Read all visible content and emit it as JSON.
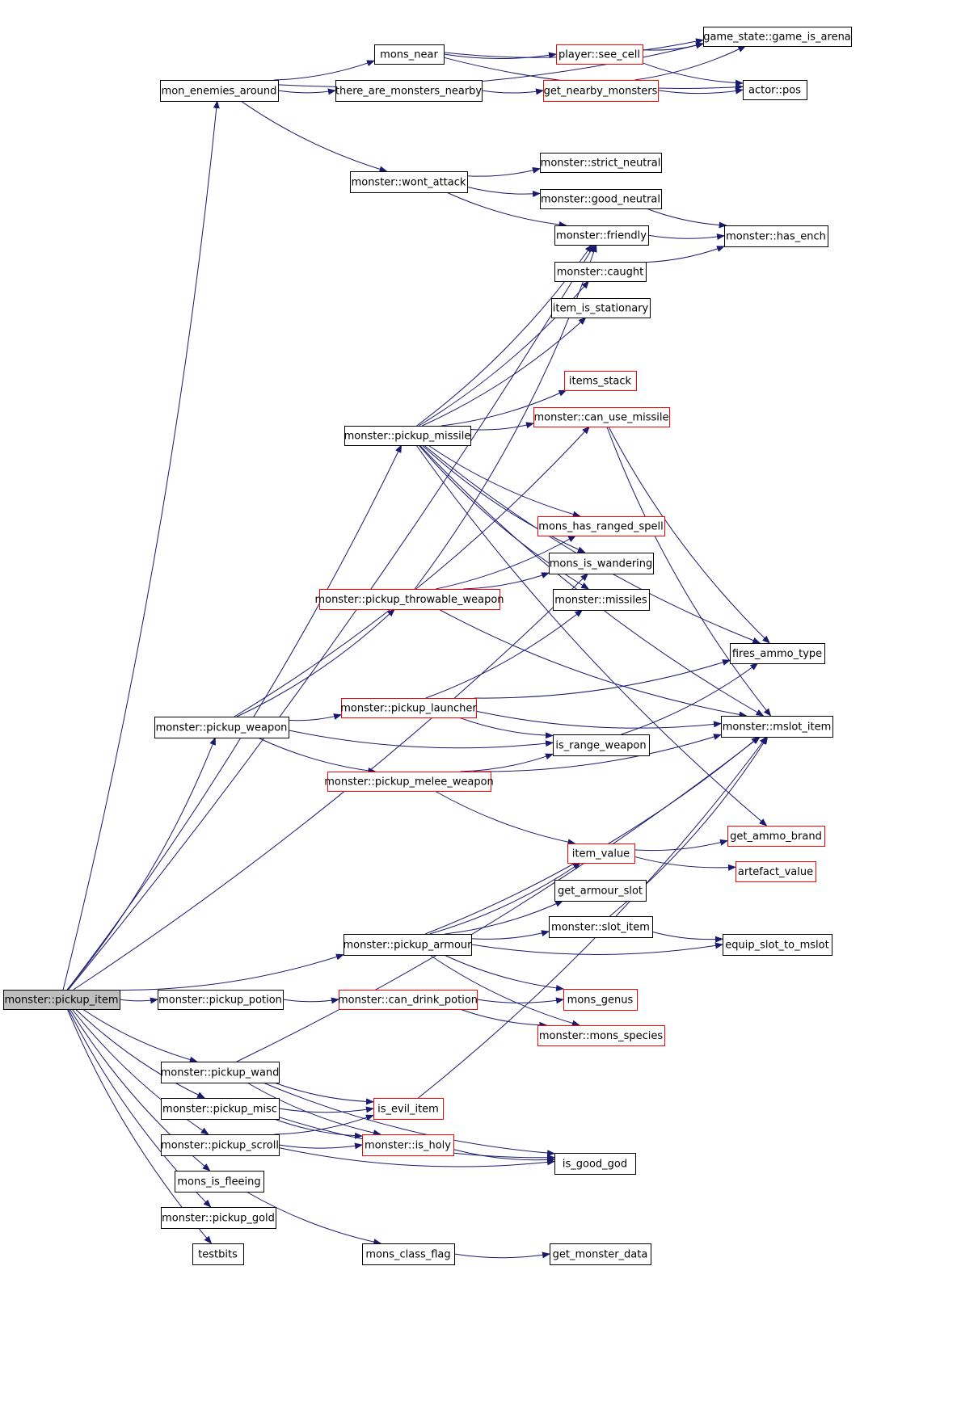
{
  "graph": {
    "title": "",
    "colors": {
      "edge": "#191970",
      "normal_border": "#000000",
      "red_border": "#ff0000",
      "root_fill": "#bfbfbf"
    },
    "nodes": [
      {
        "id": "pickup_item",
        "label": "monster::pickup_item",
        "style": "root"
      },
      {
        "id": "mon_enemies_around",
        "label": "mon_enemies_around",
        "style": "normal"
      },
      {
        "id": "mons_near",
        "label": "mons_near",
        "style": "normal"
      },
      {
        "id": "there_are_monsters_nearby",
        "label": "there_are_monsters_nearby",
        "style": "normal"
      },
      {
        "id": "game_is_arena",
        "label": "game_state::game_is_arena",
        "style": "normal"
      },
      {
        "id": "see_cell",
        "label": "player::see_cell",
        "style": "red"
      },
      {
        "id": "get_nearby_monsters",
        "label": "get_nearby_monsters",
        "style": "red"
      },
      {
        "id": "actor_pos",
        "label": "actor::pos",
        "style": "normal"
      },
      {
        "id": "wont_attack",
        "label": "monster::wont_attack",
        "style": "normal"
      },
      {
        "id": "strict_neutral",
        "label": "monster::strict_neutral",
        "style": "normal"
      },
      {
        "id": "good_neutral",
        "label": "monster::good_neutral",
        "style": "normal"
      },
      {
        "id": "friendly",
        "label": "monster::friendly",
        "style": "normal"
      },
      {
        "id": "has_ench",
        "label": "monster::has_ench",
        "style": "normal"
      },
      {
        "id": "caught",
        "label": "monster::caught",
        "style": "normal"
      },
      {
        "id": "item_is_stationary",
        "label": "item_is_stationary",
        "style": "normal"
      },
      {
        "id": "items_stack",
        "label": "items_stack",
        "style": "red"
      },
      {
        "id": "pickup_missile",
        "label": "monster::pickup_missile",
        "style": "normal"
      },
      {
        "id": "can_use_missile",
        "label": "monster::can_use_missile",
        "style": "red"
      },
      {
        "id": "mons_has_ranged_spell",
        "label": "mons_has_ranged_spell",
        "style": "red"
      },
      {
        "id": "mons_is_wandering",
        "label": "mons_is_wandering",
        "style": "normal"
      },
      {
        "id": "pickup_throwable_weapon",
        "label": "monster::pickup_throwable_weapon",
        "style": "red"
      },
      {
        "id": "missiles",
        "label": "monster::missiles",
        "style": "normal"
      },
      {
        "id": "fires_ammo_type",
        "label": "fires_ammo_type",
        "style": "normal"
      },
      {
        "id": "pickup_launcher",
        "label": "monster::pickup_launcher",
        "style": "red"
      },
      {
        "id": "pickup_weapon",
        "label": "monster::pickup_weapon",
        "style": "normal"
      },
      {
        "id": "mslot_item",
        "label": "monster::mslot_item",
        "style": "normal"
      },
      {
        "id": "is_range_weapon",
        "label": "is_range_weapon",
        "style": "normal"
      },
      {
        "id": "pickup_melee_weapon",
        "label": "monster::pickup_melee_weapon",
        "style": "red"
      },
      {
        "id": "get_ammo_brand",
        "label": "get_ammo_brand",
        "style": "red"
      },
      {
        "id": "item_value",
        "label": "item_value",
        "style": "red"
      },
      {
        "id": "artefact_value",
        "label": "artefact_value",
        "style": "red"
      },
      {
        "id": "get_armour_slot",
        "label": "get_armour_slot",
        "style": "normal"
      },
      {
        "id": "slot_item",
        "label": "monster::slot_item",
        "style": "normal"
      },
      {
        "id": "pickup_armour",
        "label": "monster::pickup_armour",
        "style": "normal"
      },
      {
        "id": "equip_slot_to_mslot",
        "label": "equip_slot_to_mslot",
        "style": "normal"
      },
      {
        "id": "pickup_potion",
        "label": "monster::pickup_potion",
        "style": "normal"
      },
      {
        "id": "can_drink_potion",
        "label": "monster::can_drink_potion",
        "style": "red"
      },
      {
        "id": "mons_genus",
        "label": "mons_genus",
        "style": "red"
      },
      {
        "id": "mons_species",
        "label": "monster::mons_species",
        "style": "red"
      },
      {
        "id": "pickup_wand",
        "label": "monster::pickup_wand",
        "style": "normal"
      },
      {
        "id": "pickup_misc",
        "label": "monster::pickup_misc",
        "style": "normal"
      },
      {
        "id": "is_evil_item",
        "label": "is_evil_item",
        "style": "red"
      },
      {
        "id": "pickup_scroll",
        "label": "monster::pickup_scroll",
        "style": "normal"
      },
      {
        "id": "is_holy",
        "label": "monster::is_holy",
        "style": "red"
      },
      {
        "id": "is_good_god",
        "label": "is_good_god",
        "style": "normal"
      },
      {
        "id": "mons_is_fleeing",
        "label": "mons_is_fleeing",
        "style": "normal"
      },
      {
        "id": "pickup_gold",
        "label": "monster::pickup_gold",
        "style": "normal"
      },
      {
        "id": "mons_class_flag",
        "label": "mons_class_flag",
        "style": "normal"
      },
      {
        "id": "get_monster_data",
        "label": "get_monster_data",
        "style": "normal"
      },
      {
        "id": "testbits",
        "label": "testbits",
        "style": "normal"
      }
    ],
    "edges": [
      {
        "from": "pickup_item",
        "to": "mon_enemies_around"
      },
      {
        "from": "pickup_item",
        "to": "friendly"
      },
      {
        "from": "pickup_item",
        "to": "pickup_missile"
      },
      {
        "from": "pickup_item",
        "to": "mons_is_wandering"
      },
      {
        "from": "pickup_item",
        "to": "pickup_weapon"
      },
      {
        "from": "pickup_item",
        "to": "pickup_armour"
      },
      {
        "from": "pickup_item",
        "to": "pickup_potion"
      },
      {
        "from": "pickup_item",
        "to": "pickup_wand"
      },
      {
        "from": "pickup_item",
        "to": "pickup_misc"
      },
      {
        "from": "pickup_item",
        "to": "pickup_scroll"
      },
      {
        "from": "pickup_item",
        "to": "mons_is_fleeing"
      },
      {
        "from": "pickup_item",
        "to": "pickup_gold"
      },
      {
        "from": "pickup_item",
        "to": "testbits"
      },
      {
        "from": "mon_enemies_around",
        "to": "game_is_arena"
      },
      {
        "from": "mon_enemies_around",
        "to": "mons_near"
      },
      {
        "from": "mon_enemies_around",
        "to": "there_are_monsters_nearby"
      },
      {
        "from": "mon_enemies_around",
        "to": "wont_attack"
      },
      {
        "from": "mons_near",
        "to": "game_is_arena"
      },
      {
        "from": "mons_near",
        "to": "see_cell"
      },
      {
        "from": "mons_near",
        "to": "actor_pos"
      },
      {
        "from": "see_cell",
        "to": "game_is_arena"
      },
      {
        "from": "see_cell",
        "to": "actor_pos"
      },
      {
        "from": "there_are_monsters_nearby",
        "to": "get_nearby_monsters"
      },
      {
        "from": "get_nearby_monsters",
        "to": "game_is_arena"
      },
      {
        "from": "get_nearby_monsters",
        "to": "actor_pos"
      },
      {
        "from": "wont_attack",
        "to": "strict_neutral"
      },
      {
        "from": "wont_attack",
        "to": "good_neutral"
      },
      {
        "from": "wont_attack",
        "to": "friendly"
      },
      {
        "from": "good_neutral",
        "to": "has_ench"
      },
      {
        "from": "friendly",
        "to": "has_ench"
      },
      {
        "from": "caught",
        "to": "has_ench"
      },
      {
        "from": "pickup_missile",
        "to": "friendly"
      },
      {
        "from": "pickup_missile",
        "to": "caught"
      },
      {
        "from": "pickup_missile",
        "to": "item_is_stationary"
      },
      {
        "from": "pickup_missile",
        "to": "items_stack"
      },
      {
        "from": "pickup_missile",
        "to": "can_use_missile"
      },
      {
        "from": "pickup_missile",
        "to": "fires_ammo_type"
      },
      {
        "from": "pickup_missile",
        "to": "mons_has_ranged_spell"
      },
      {
        "from": "pickup_missile",
        "to": "mons_is_wandering"
      },
      {
        "from": "pickup_missile",
        "to": "missiles"
      },
      {
        "from": "pickup_missile",
        "to": "mslot_item"
      },
      {
        "from": "pickup_missile",
        "to": "get_ammo_brand"
      },
      {
        "from": "can_use_missile",
        "to": "fires_ammo_type"
      },
      {
        "from": "can_use_missile",
        "to": "mslot_item"
      },
      {
        "from": "pickup_throwable_weapon",
        "to": "friendly"
      },
      {
        "from": "pickup_throwable_weapon",
        "to": "mons_has_ranged_spell"
      },
      {
        "from": "pickup_throwable_weapon",
        "to": "mons_is_wandering"
      },
      {
        "from": "pickup_throwable_weapon",
        "to": "mslot_item"
      },
      {
        "from": "pickup_weapon",
        "to": "can_use_missile"
      },
      {
        "from": "pickup_weapon",
        "to": "pickup_throwable_weapon"
      },
      {
        "from": "pickup_weapon",
        "to": "pickup_launcher"
      },
      {
        "from": "pickup_weapon",
        "to": "is_range_weapon"
      },
      {
        "from": "pickup_weapon",
        "to": "pickup_melee_weapon"
      },
      {
        "from": "pickup_launcher",
        "to": "missiles"
      },
      {
        "from": "pickup_launcher",
        "to": "fires_ammo_type"
      },
      {
        "from": "pickup_launcher",
        "to": "mslot_item"
      },
      {
        "from": "pickup_launcher",
        "to": "is_range_weapon"
      },
      {
        "from": "is_range_weapon",
        "to": "fires_ammo_type"
      },
      {
        "from": "pickup_melee_weapon",
        "to": "is_range_weapon"
      },
      {
        "from": "pickup_melee_weapon",
        "to": "mslot_item"
      },
      {
        "from": "pickup_melee_weapon",
        "to": "item_value"
      },
      {
        "from": "item_value",
        "to": "get_ammo_brand"
      },
      {
        "from": "item_value",
        "to": "artefact_value"
      },
      {
        "from": "pickup_armour",
        "to": "mslot_item"
      },
      {
        "from": "pickup_armour",
        "to": "item_value"
      },
      {
        "from": "pickup_armour",
        "to": "get_armour_slot"
      },
      {
        "from": "pickup_armour",
        "to": "slot_item"
      },
      {
        "from": "pickup_armour",
        "to": "equip_slot_to_mslot"
      },
      {
        "from": "pickup_armour",
        "to": "mons_genus"
      },
      {
        "from": "pickup_armour",
        "to": "mons_species"
      },
      {
        "from": "slot_item",
        "to": "equip_slot_to_mslot"
      },
      {
        "from": "slot_item",
        "to": "mslot_item"
      },
      {
        "from": "pickup_potion",
        "to": "can_drink_potion"
      },
      {
        "from": "can_drink_potion",
        "to": "mons_genus"
      },
      {
        "from": "can_drink_potion",
        "to": "mons_species"
      },
      {
        "from": "pickup_wand",
        "to": "mslot_item"
      },
      {
        "from": "pickup_wand",
        "to": "is_evil_item"
      },
      {
        "from": "pickup_wand",
        "to": "is_holy"
      },
      {
        "from": "pickup_wand",
        "to": "is_good_god"
      },
      {
        "from": "pickup_misc",
        "to": "is_evil_item"
      },
      {
        "from": "pickup_misc",
        "to": "is_holy"
      },
      {
        "from": "pickup_misc",
        "to": "is_good_god"
      },
      {
        "from": "pickup_scroll",
        "to": "is_evil_item"
      },
      {
        "from": "pickup_scroll",
        "to": "is_holy"
      },
      {
        "from": "pickup_scroll",
        "to": "is_good_god"
      },
      {
        "from": "is_evil_item",
        "to": "mslot_item"
      },
      {
        "from": "is_holy",
        "to": "is_good_god"
      },
      {
        "from": "mons_is_fleeing",
        "to": "mons_class_flag"
      },
      {
        "from": "mons_class_flag",
        "to": "get_monster_data"
      }
    ]
  }
}
